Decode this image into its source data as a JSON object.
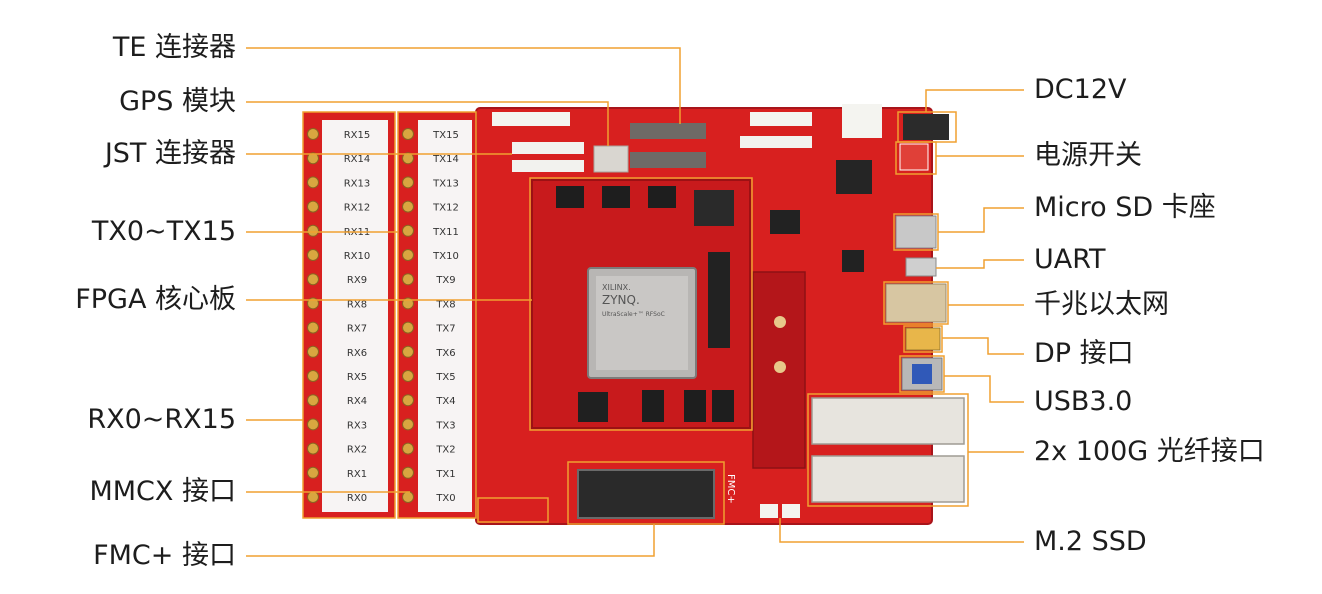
{
  "left_labels": [
    {
      "id": "te",
      "text": "TE 连接器"
    },
    {
      "id": "gps",
      "text": "GPS 模块"
    },
    {
      "id": "jst",
      "text": "JST 连接器"
    },
    {
      "id": "tx",
      "text": "TX0~TX15"
    },
    {
      "id": "fpga",
      "text": "FPGA 核心板"
    },
    {
      "id": "rx",
      "text": "RX0~RX15"
    },
    {
      "id": "mmcx",
      "text": "MMCX 接口"
    },
    {
      "id": "fmc",
      "text": "FMC+ 接口"
    }
  ],
  "right_labels": [
    {
      "id": "dc",
      "text": "DC12V"
    },
    {
      "id": "pwr",
      "text": "电源开关"
    },
    {
      "id": "sd",
      "text": "Micro SD 卡座"
    },
    {
      "id": "uart",
      "text": "UART"
    },
    {
      "id": "eth",
      "text": "千兆以太网"
    },
    {
      "id": "dp",
      "text": "DP 接口"
    },
    {
      "id": "usb",
      "text": "USB3.0"
    },
    {
      "id": "qsfp",
      "text": "2x 100G 光纤接口"
    },
    {
      "id": "m2",
      "text": "M.2 SSD"
    }
  ],
  "rx_channels": [
    "RX15",
    "RX14",
    "RX13",
    "RX12",
    "RX11",
    "RX10",
    "RX9",
    "RX8",
    "RX7",
    "RX6",
    "RX5",
    "RX4",
    "RX3",
    "RX2",
    "RX1",
    "RX0"
  ],
  "tx_channels": [
    "TX15",
    "TX14",
    "TX13",
    "TX12",
    "TX11",
    "TX10",
    "TX9",
    "TX8",
    "TX7",
    "TX6",
    "TX5",
    "TX4",
    "TX3",
    "TX2",
    "TX1",
    "TX0"
  ],
  "chip": {
    "brand": "XILINX.",
    "name": "ZYNQ.",
    "sub": "UltraScale+™ RFSoC"
  },
  "fmc_silk": "FMC+",
  "colors": {
    "pcb": "#d8201f",
    "pcb_dark": "#b3161a",
    "callout": "#f0a030",
    "text": "#1d1d1d"
  }
}
